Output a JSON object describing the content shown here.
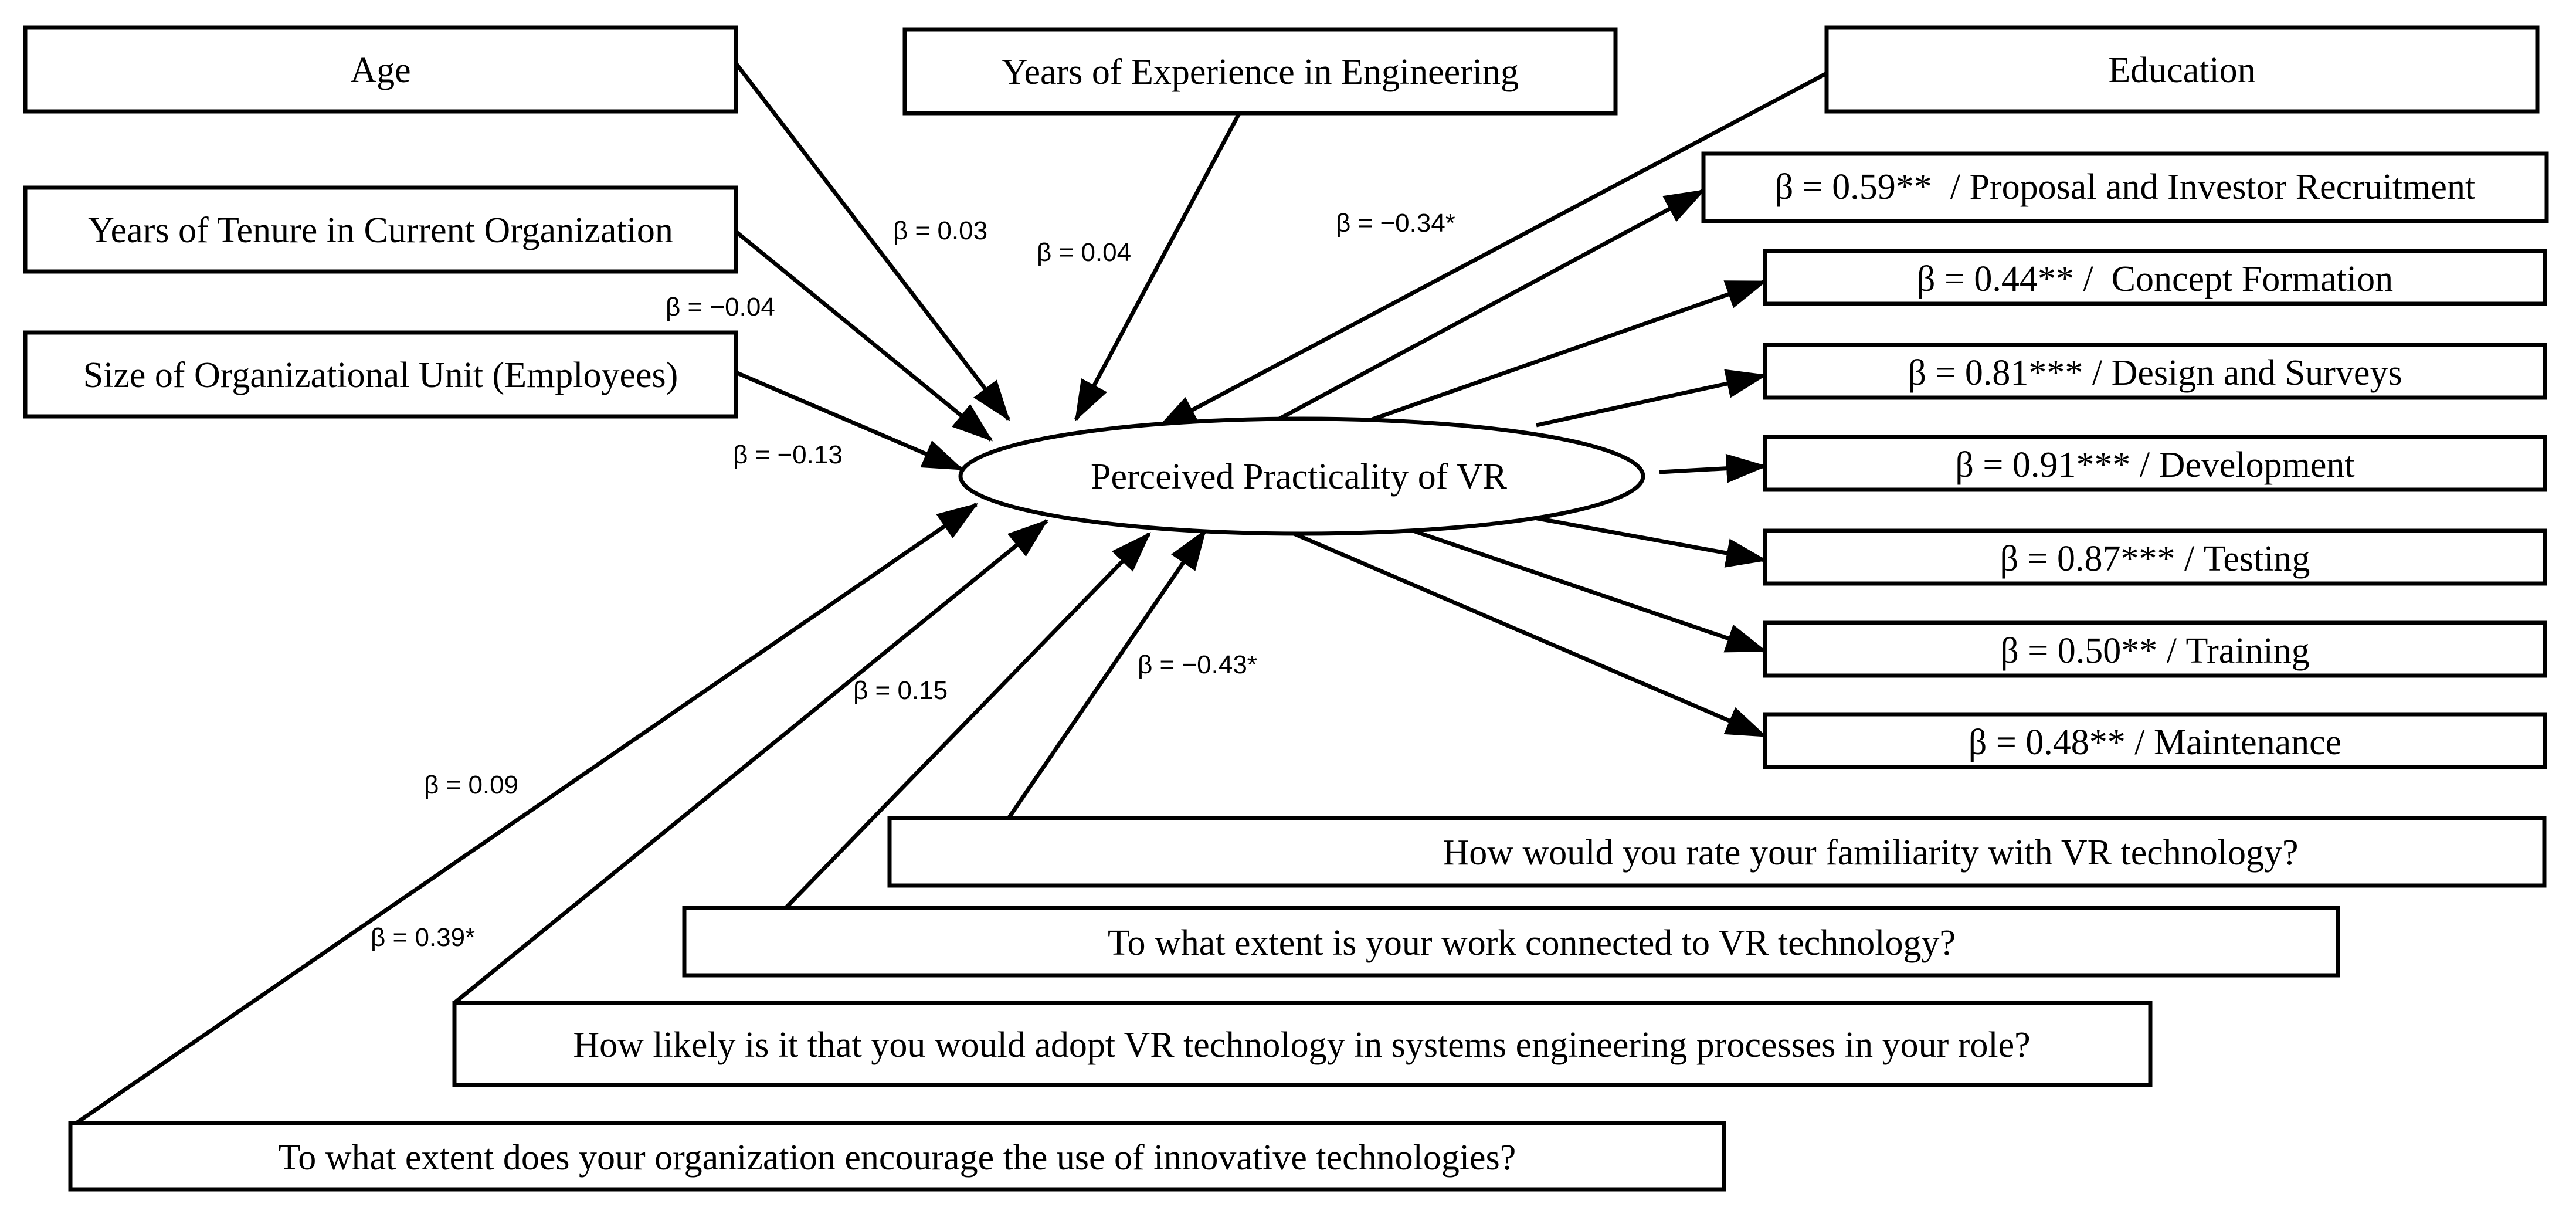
{
  "center": "Perceived Practicality of VR",
  "predictors": {
    "age": "Age",
    "experience": "Years of Experience in Engineering",
    "education": "Education",
    "tenure": "Years of Tenure in Current Organization",
    "size": "Size of Organizational Unit (Employees)",
    "familiarity": "How would you rate your familiarity with VR technology?",
    "work": "To what extent is your work connected to VR technology?",
    "adopt": "How likely is it that you would adopt VR technology in systems engineering processes in your role?",
    "encourage": "To what extent does your organization encourage the use of innovative technologies?"
  },
  "predictor_betas": {
    "age": "β = 0.03",
    "experience": "β = 0.04",
    "education": "β = −0.34*",
    "tenure": "β = −0.04",
    "size": "β = −0.13",
    "familiarity": "β = −0.43*",
    "work": "β = 0.15",
    "adopt": "β = 0.39*",
    "encourage": "β = 0.09"
  },
  "outcomes": {
    "proposal": "β = 0.59**  / Proposal and Investor Recruitment",
    "concept": "β = 0.44** /  Concept Formation",
    "design": "β = 0.81*** / Design and Surveys",
    "development": "β = 0.91*** / Development",
    "testing": "β = 0.87*** / Testing",
    "training": "β = 0.50** / Training",
    "maintenance": "β = 0.48** / Maintenance"
  }
}
